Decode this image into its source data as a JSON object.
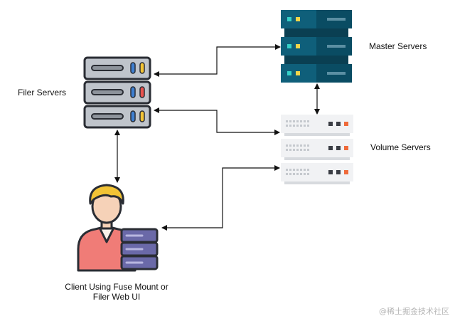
{
  "labels": {
    "filer_servers": "Filer Servers",
    "master_servers": "Master Servers",
    "volume_servers": "Volume Servers",
    "client_line1": "Client Using Fuse Mount or",
    "client_line2": "Filer Web UI"
  },
  "watermark": "@稀土掘金技术社区",
  "icons": {
    "filer": "dark-server-rack-icon",
    "master": "teal-server-rack-icon",
    "volume": "light-server-rack-icon",
    "client": "user-with-server-icon"
  },
  "colors": {
    "filer_body": "#bfc4cb",
    "filer_outline": "#2a2d34",
    "master_body": "#0f5f7a",
    "master_dark": "#0a4c63",
    "volume_body": "#f1f2f4",
    "client_shirt": "#f07c77",
    "client_hair": "#f2c335",
    "client_server": "#6a69a8",
    "arrow": "#111111"
  },
  "connections": [
    {
      "from": "master-servers",
      "to": "filer-servers",
      "direction": "both"
    },
    {
      "from": "master-servers",
      "to": "volume-servers",
      "direction": "both"
    },
    {
      "from": "volume-servers",
      "to": "filer-servers",
      "direction": "both"
    },
    {
      "from": "filer-servers",
      "to": "client",
      "direction": "both"
    },
    {
      "from": "volume-servers",
      "to": "client",
      "direction": "both"
    }
  ]
}
